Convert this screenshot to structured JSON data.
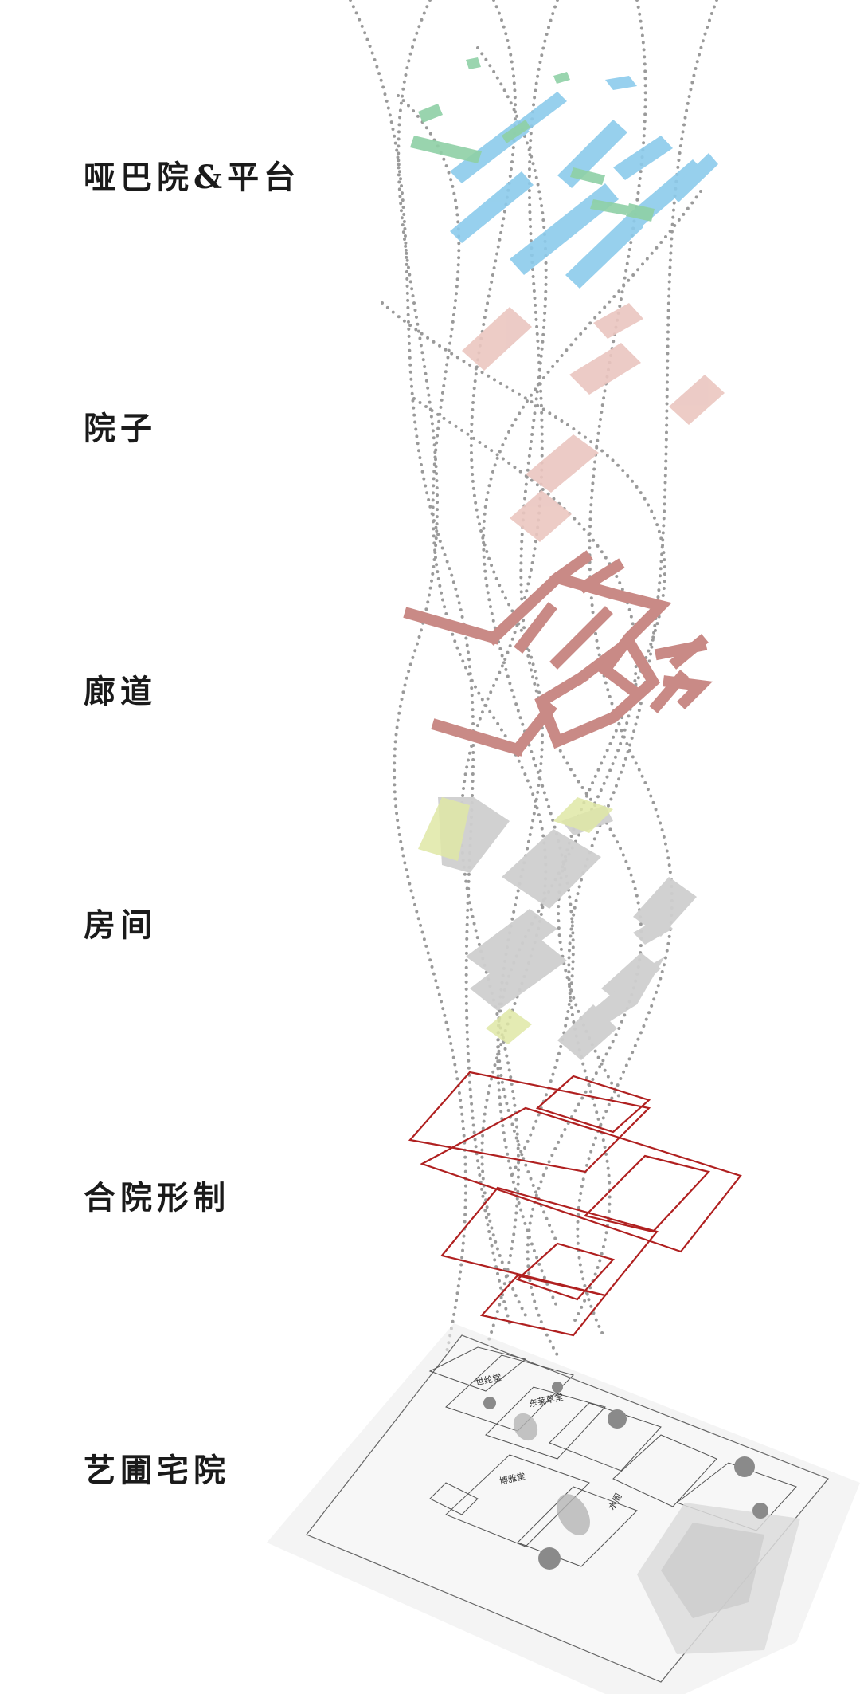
{
  "layers": [
    {
      "label": "哑巴院&平台"
    },
    {
      "label": "院子"
    },
    {
      "label": "廊道"
    },
    {
      "label": "房间"
    },
    {
      "label": "合院形制"
    },
    {
      "label": "艺圃宅院"
    }
  ],
  "plan_labels": [
    "世纶堂",
    "东莱草堂",
    "博雅堂",
    "水阁"
  ],
  "colors": {
    "platform_green": "#8fd0a6",
    "platform_blue": "#8ccbec",
    "courtyard_pink": "#ebc6c0",
    "corridor_red": "#c98a86",
    "room_grey": "#cfcfcf",
    "room_yellow": "#dfe7a6",
    "outline_red": "#b02020",
    "dotted_grey": "#9a9a9a"
  }
}
